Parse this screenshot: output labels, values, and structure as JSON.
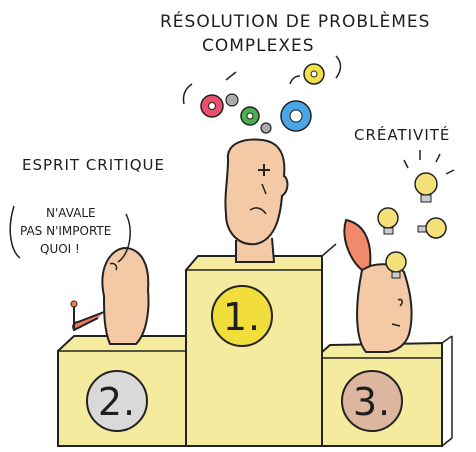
{
  "labels": {
    "top_line1": "RÉSOLUTION DE PROBLÈMES",
    "top_line2": "COMPLEXES",
    "left": "ESPRIT CRITIQUE",
    "right": "CRÉATIVITÉ",
    "speech_line1": "N'AVALE",
    "speech_line2": "PAS N'IMPORTE",
    "speech_line3": "QUOI !"
  },
  "podium": {
    "first": "1.",
    "second": "2.",
    "third": "3."
  },
  "colors": {
    "podium": "#f4eb9e",
    "first_medal": "#f2de3a",
    "second_medal": "#d9d9d9",
    "third_medal": "#ddb6a0",
    "skin": "#f4c9a6",
    "gear_red": "#e8506e",
    "gear_green": "#4caf50",
    "gear_blue": "#4aa6e6",
    "gear_yellow": "#f1e14a",
    "bulb": "#f4e17a"
  }
}
